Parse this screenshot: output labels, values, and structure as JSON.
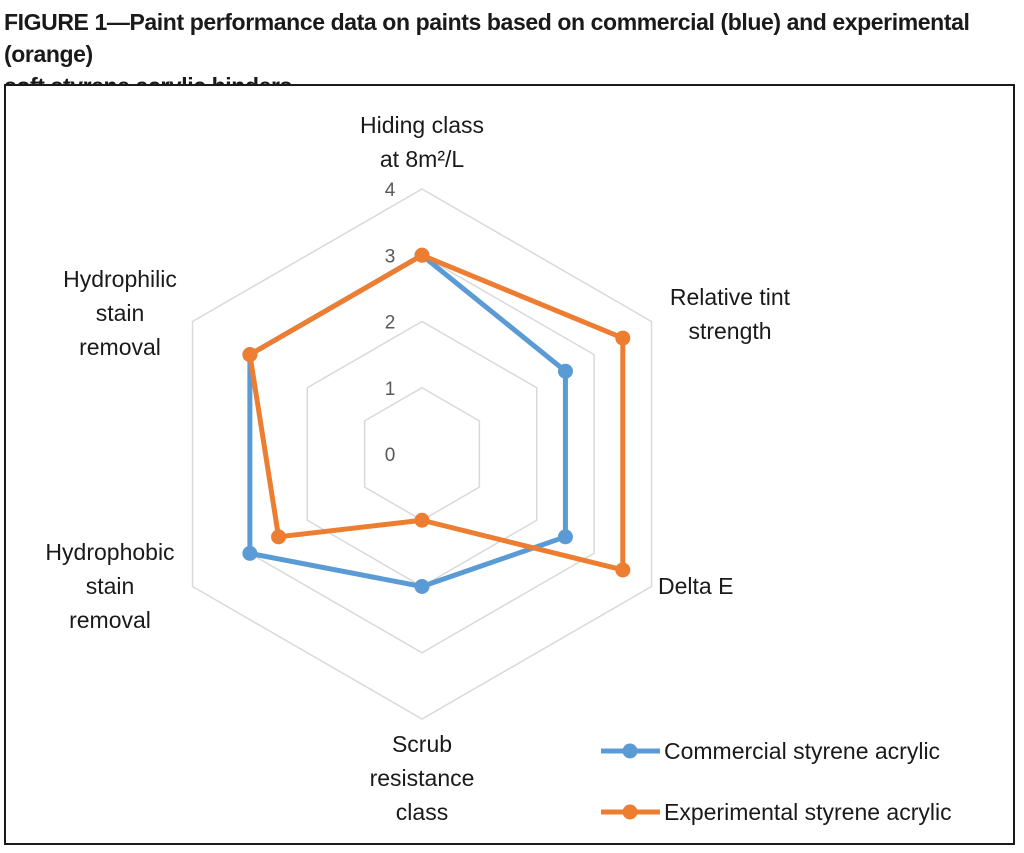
{
  "caption": {
    "line1": "FIGURE 1—Paint performance data on paints based on commercial (blue) and experimental (orange)",
    "line2": "soft styrene acrylic binders."
  },
  "chart_data": {
    "type": "radar",
    "title": "",
    "axes": [
      {
        "label_lines": [
          "Hiding class",
          "at 8m²/L"
        ]
      },
      {
        "label_lines": [
          "Relative tint",
          "strength"
        ]
      },
      {
        "label_lines": [
          "Delta E"
        ]
      },
      {
        "label_lines": [
          "Scrub",
          "resistance",
          "class"
        ]
      },
      {
        "label_lines": [
          "Hydrophobic",
          "stain",
          "removal"
        ]
      },
      {
        "label_lines": [
          "Hydrophilic",
          "stain",
          "removal"
        ]
      }
    ],
    "range": [
      0,
      4
    ],
    "ticks": [
      "0",
      "1",
      "2",
      "3",
      "4"
    ],
    "gridlines": true,
    "legend_position": "bottom-right",
    "series": [
      {
        "name": "Commercial styrene acrylic",
        "color": "#5B9BD5",
        "values": [
          3,
          2.5,
          2.5,
          2,
          3,
          3
        ]
      },
      {
        "name": "Experimental styrene acrylic",
        "color": "#ED7D31",
        "values": [
          3,
          3.5,
          3.5,
          1,
          2.5,
          3
        ]
      }
    ]
  }
}
